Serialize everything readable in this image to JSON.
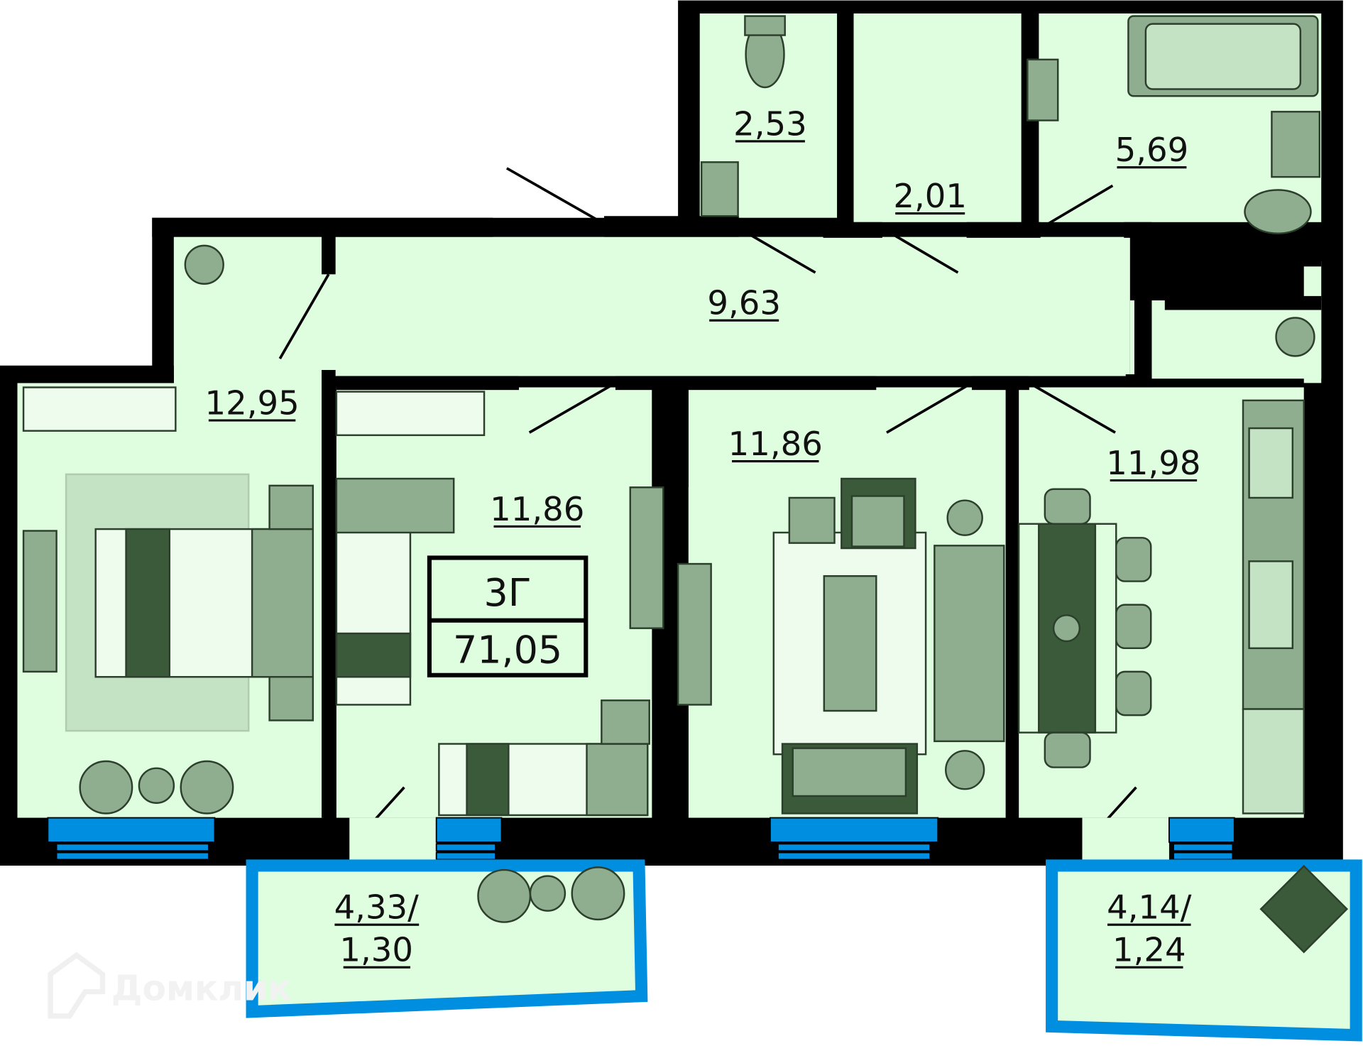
{
  "apartment": {
    "type_label": "3Г",
    "total_area": "71,05"
  },
  "rooms": [
    {
      "id": "wc",
      "area": "2,53"
    },
    {
      "id": "wardrobe",
      "area": "2,01"
    },
    {
      "id": "bathroom",
      "area": "5,69"
    },
    {
      "id": "hallway",
      "area": "9,63"
    },
    {
      "id": "bedroom-left",
      "area": "12,95"
    },
    {
      "id": "bedroom-middle",
      "area": "11,86"
    },
    {
      "id": "living-room",
      "area": "11,86"
    },
    {
      "id": "kitchen",
      "area": "11,98"
    }
  ],
  "balconies": [
    {
      "id": "balcony-left",
      "area_line1": "4,33/",
      "area_line2": "1,30"
    },
    {
      "id": "balcony-right",
      "area_line1": "4,14/",
      "area_line2": "1,24"
    }
  ],
  "watermark": "Домклик",
  "colors": {
    "room_fill": "#dffddf",
    "wall": "#000000",
    "window": "#008ee0",
    "furniture_light": "#8fae8f",
    "furniture_dark": "#3a5a3a"
  }
}
